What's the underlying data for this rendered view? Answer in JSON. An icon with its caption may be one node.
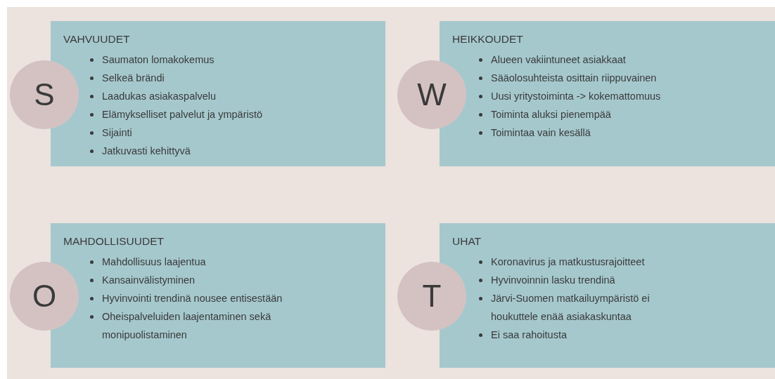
{
  "diagram": {
    "nodes": [
      {
        "text": [
          "VAHVUUDET",
          "Saumaton lomakokemus",
          "Selkeä brändi",
          "Laadukas asiakaspalvelu",
          "Elämykselliset palvelut ja ympäristö",
          "Sijainti",
          "Jatkuvasti kehittyvä"
        ]
      },
      {
        "text": [
          "S"
        ]
      },
      {
        "text": [
          "HEIKKOUDET",
          "Alueen vakiintuneet asiakkaat",
          "Sääolosuhteista osittain riippuvainen",
          "Uusi yritystoiminta -> kokemattomuus",
          "Toiminta aluksi pienempää",
          "Toimintaa vain kesällä"
        ]
      },
      {
        "text": [
          "W"
        ]
      },
      {
        "text": [
          "MAHDOLLISUUDET",
          "Mahdollisuus laajentua",
          "Kansainvälistyminen",
          "Hyvinvointi trendinä nousee entisestään",
          "Oheispalveluiden laajentaminen sekä monipuolistaminen"
        ]
      },
      {
        "text": [
          "O"
        ]
      },
      {
        "text": [
          "UHAT",
          "Koronavirus ja matkustusrajoitteet",
          "Hyvinvoinnin lasku trendinä",
          "Järvi-Suomen matkailuympäristö ei houkuttele enää asiakaskuntaa",
          "Ei saa rahoitusta"
        ]
      },
      {
        "text": [
          "T"
        ]
      }
    ]
  }
}
